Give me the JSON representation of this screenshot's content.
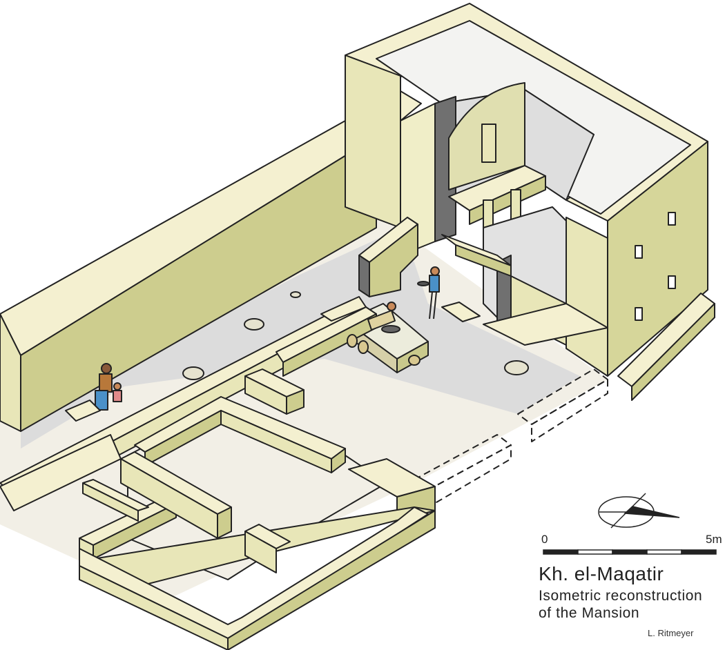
{
  "caption": {
    "title": "Kh. el-Maqatir",
    "subtitle_line1": "Isometric reconstruction",
    "subtitle_line2": "of the Mansion",
    "credit": "L. Ritmeyer"
  },
  "scale_bar": {
    "start_label": "0",
    "end_label": "5m"
  },
  "colors": {
    "wall_top": "#f4f0d0",
    "wall_side_light": "#e8e6b8",
    "wall_side_dark": "#c9c98c",
    "floor": "#f2efe6",
    "shadow": "#dcdcdc",
    "roof": "#f3f3f1",
    "interior_dark": "#707070",
    "figure_blue": "#4a90c8",
    "figure_skin": "#c98a5a",
    "outline": "#222222"
  },
  "icons": [
    "north-arrow-icon",
    "scale-bar-icon"
  ]
}
